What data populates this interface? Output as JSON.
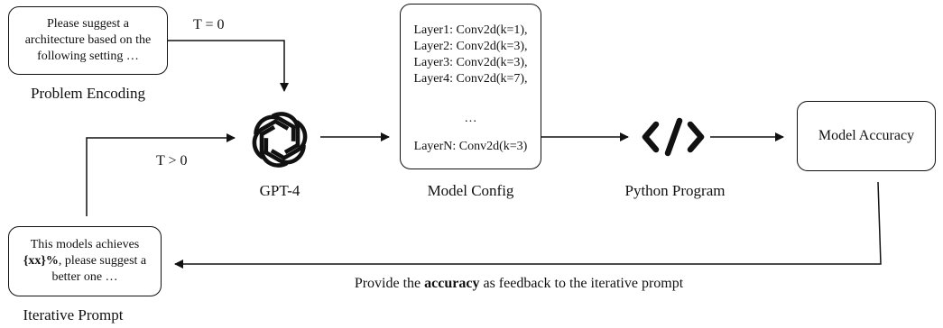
{
  "problem_encoding": {
    "text_lines": [
      "Please suggest a",
      "architecture based on the",
      "following setting …"
    ],
    "caption": "Problem Encoding"
  },
  "gpt": {
    "caption": "GPT-4",
    "icon": "openai-logo-icon"
  },
  "model_config": {
    "layers": [
      "Layer1: Conv2d(k=1),",
      "Layer2: Conv2d(k=3),",
      "Layer3: Conv2d(k=3),",
      "Layer4: Conv2d(k=7),"
    ],
    "ellipsis": "…",
    "last_layer": "LayerN: Conv2d(k=3)",
    "caption": "Model Config"
  },
  "python": {
    "caption": "Python Program",
    "icon": "code-icon"
  },
  "accuracy": {
    "label": "Model Accuracy"
  },
  "iterative_prompt": {
    "line1": "This models achieves",
    "line2_bold": "{xx}%",
    "line2_rest": ", please suggest a",
    "line3": "better one …",
    "caption": "Iterative Prompt"
  },
  "edges": {
    "t_zero": "T = 0",
    "t_positive": "T > 0",
    "feedback_prefix": "Provide the ",
    "feedback_bold": "accuracy",
    "feedback_suffix": " as feedback to the iterative prompt"
  }
}
